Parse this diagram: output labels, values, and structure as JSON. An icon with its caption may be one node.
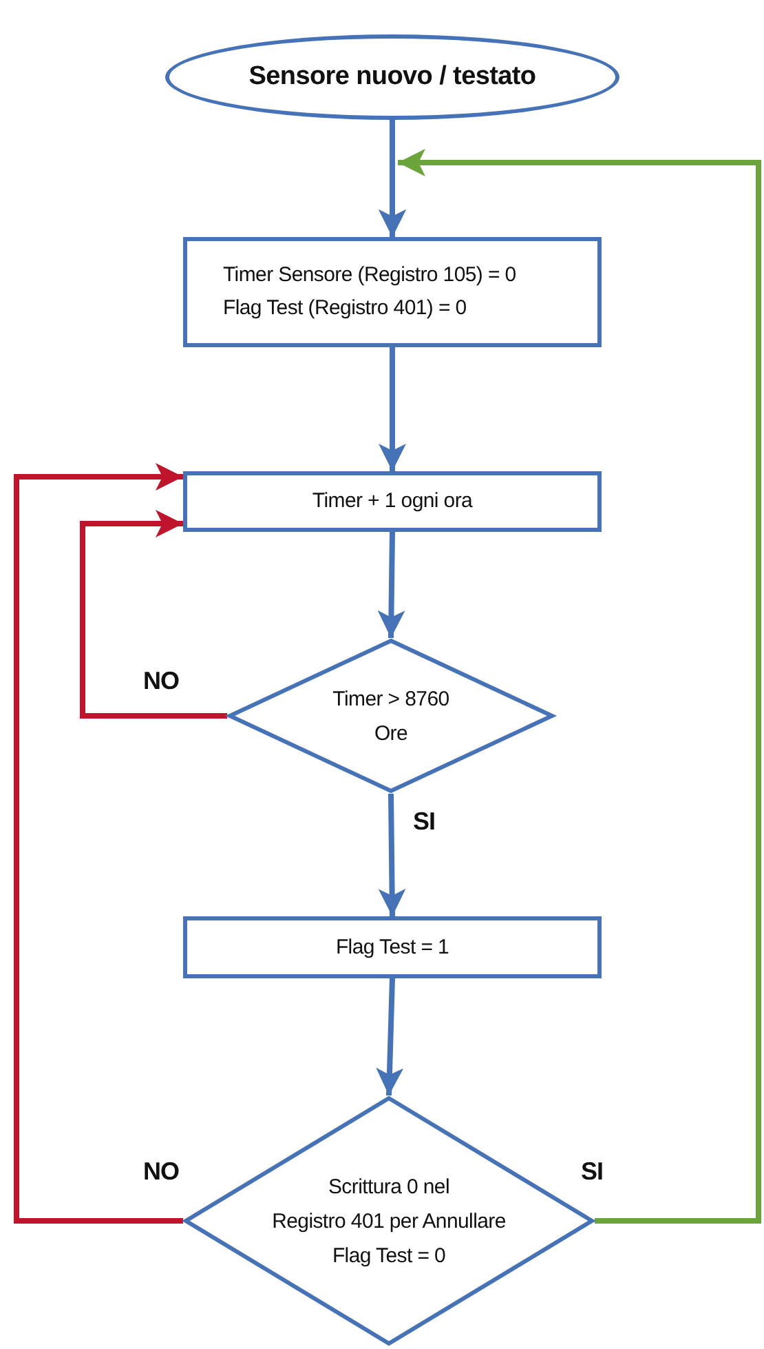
{
  "diagram": {
    "nodes": [
      {
        "text": [
          "Sensore nuovo / testato"
        ]
      },
      {
        "text": [
          "Timer Sensore (Registro 105) = 0",
          "Flag Test (Registro 401) = 0"
        ]
      },
      {
        "text": [
          "Timer + 1 ogni ora"
        ]
      },
      {
        "text": [
          "Timer > 8760",
          "Ore"
        ]
      },
      {
        "text": [
          "Flag Test = 1"
        ]
      },
      {
        "text": [
          "Scrittura 0 nel",
          "Registro 401 per Annullare",
          "Flag Test = 0"
        ]
      }
    ],
    "edges": [
      {
        "from": 0,
        "to": 1,
        "arrow": "to"
      },
      {
        "from": 1,
        "to": 2,
        "arrow": "to"
      },
      {
        "from": 2,
        "to": 3,
        "arrow": "to"
      },
      {
        "from": 3,
        "to": 2,
        "arrow": "to",
        "label": "NO",
        "color": "#c0142c"
      },
      {
        "from": 3,
        "to": 4,
        "arrow": "to",
        "label": "SI"
      },
      {
        "from": 4,
        "to": 5,
        "arrow": "to"
      },
      {
        "from": 5,
        "to": 2,
        "arrow": "to",
        "label": "NO",
        "color": "#c0142c"
      },
      {
        "from": 5,
        "to": 1,
        "arrow": "to",
        "label": "SI",
        "color": "#6aa43a"
      }
    ]
  }
}
